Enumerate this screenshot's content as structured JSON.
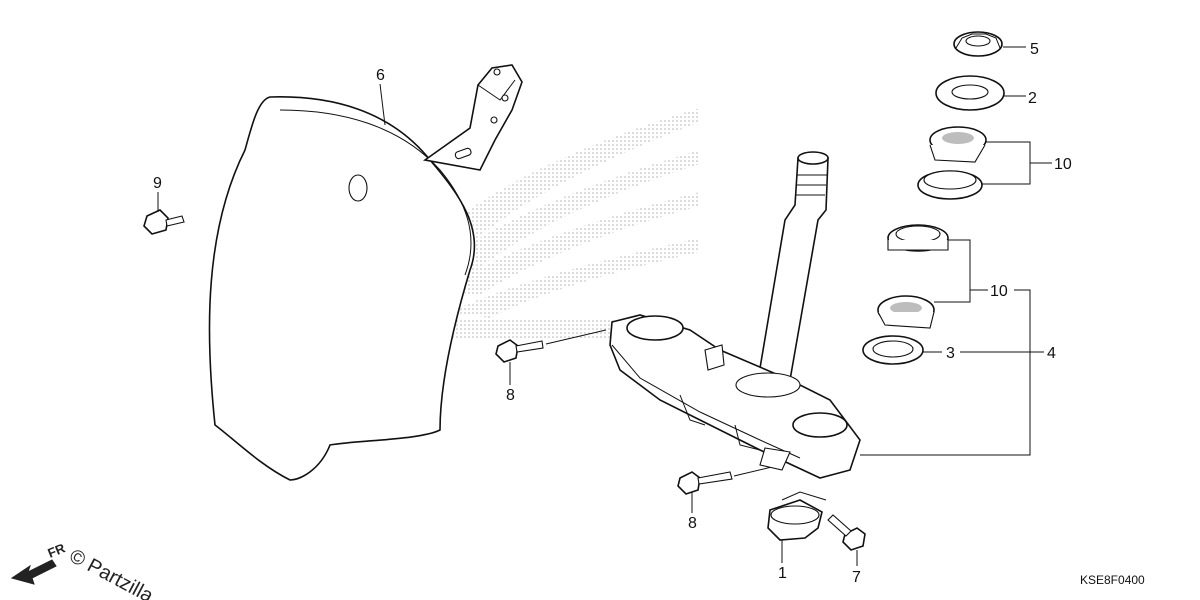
{
  "callouts": [
    {
      "id": "c1",
      "label": "1"
    },
    {
      "id": "c2",
      "label": "2"
    },
    {
      "id": "c3",
      "label": "3"
    },
    {
      "id": "c4",
      "label": "4"
    },
    {
      "id": "c5",
      "label": "5"
    },
    {
      "id": "c6",
      "label": "6"
    },
    {
      "id": "c7",
      "label": "7"
    },
    {
      "id": "c8a",
      "label": "8"
    },
    {
      "id": "c8b",
      "label": "8"
    },
    {
      "id": "c9",
      "label": "9"
    },
    {
      "id": "c10a",
      "label": "10"
    },
    {
      "id": "c10b",
      "label": "10"
    }
  ],
  "diagram_code": "KSE8F0400",
  "front_arrow_label": "FR",
  "watermark": "© Partzilla",
  "colors": {
    "line": "#111111",
    "shade": "#bdbdbd",
    "logo_dots": "#b0b0b0"
  }
}
